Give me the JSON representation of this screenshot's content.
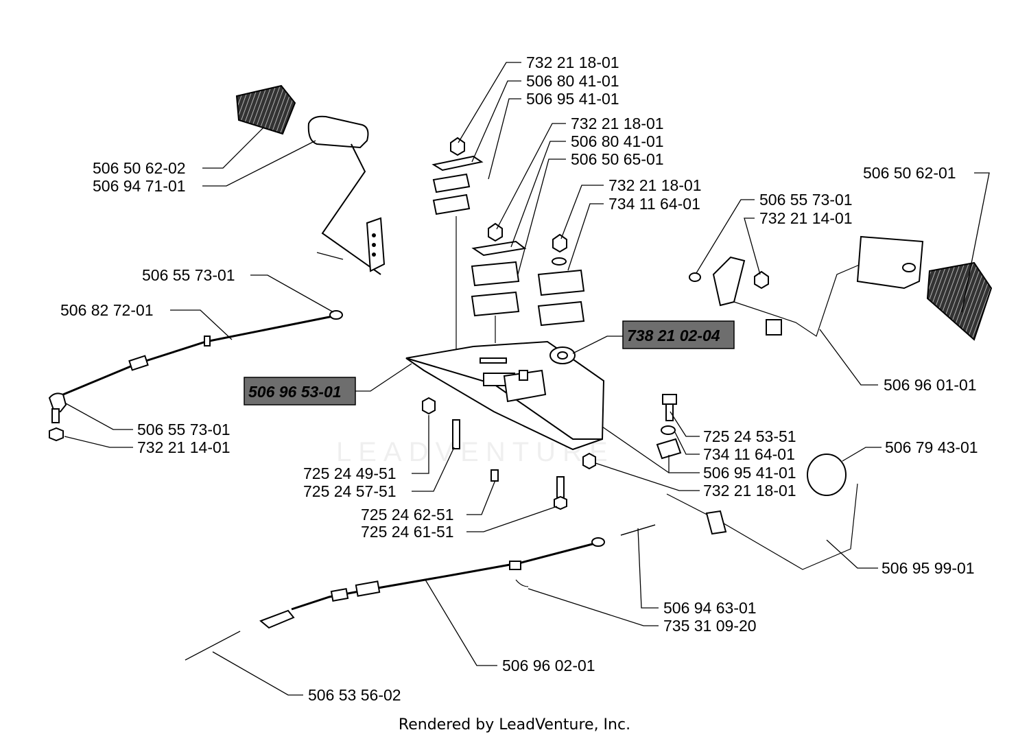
{
  "watermark": "LEADVENTURE",
  "footer": "Rendered by LeadVenture, Inc.",
  "labels": [
    {
      "id": "l01",
      "text": "732 21 18-01"
    },
    {
      "id": "l02",
      "text": "506 80 41-01"
    },
    {
      "id": "l03",
      "text": "506 95 41-01"
    },
    {
      "id": "l04",
      "text": "732 21 18-01"
    },
    {
      "id": "l05",
      "text": "506 80 41-01"
    },
    {
      "id": "l06",
      "text": "506 50 65-01"
    },
    {
      "id": "l07",
      "text": "732 21 18-01"
    },
    {
      "id": "l08",
      "text": "734 11 64-01"
    },
    {
      "id": "l09",
      "text": "506 50 62-02"
    },
    {
      "id": "l10",
      "text": "506 94 71-01"
    },
    {
      "id": "l11",
      "text": "506 50 62-01"
    },
    {
      "id": "l12",
      "text": "506 55 73-01"
    },
    {
      "id": "l13",
      "text": "732 21 14-01"
    },
    {
      "id": "l14",
      "text": "506 55 73-01"
    },
    {
      "id": "l15",
      "text": "506 82 72-01"
    },
    {
      "id": "l16",
      "text": "738 21 02-04",
      "highlight": true
    },
    {
      "id": "l17",
      "text": "506 96 53-01",
      "highlight": true
    },
    {
      "id": "l18",
      "text": "506 96 01-01"
    },
    {
      "id": "l19",
      "text": "506 55 73-01"
    },
    {
      "id": "l20",
      "text": "732 21 14-01"
    },
    {
      "id": "l21",
      "text": "725 24 53-51"
    },
    {
      "id": "l22",
      "text": "734 11 64-01"
    },
    {
      "id": "l23",
      "text": "506 95 41-01"
    },
    {
      "id": "l24",
      "text": "506 79 43-01"
    },
    {
      "id": "l25",
      "text": "732 21 18-01"
    },
    {
      "id": "l26",
      "text": "725 24 49-51"
    },
    {
      "id": "l27",
      "text": "725 24 57-51"
    },
    {
      "id": "l28",
      "text": "725 24 62-51"
    },
    {
      "id": "l29",
      "text": "725 24 61-51"
    },
    {
      "id": "l30",
      "text": "506 95 99-01"
    },
    {
      "id": "l31",
      "text": "506 94 63-01"
    },
    {
      "id": "l32",
      "text": "735 31 09-20"
    },
    {
      "id": "l33",
      "text": "506 96 02-01"
    },
    {
      "id": "l34",
      "text": "506 53 56-02"
    }
  ]
}
